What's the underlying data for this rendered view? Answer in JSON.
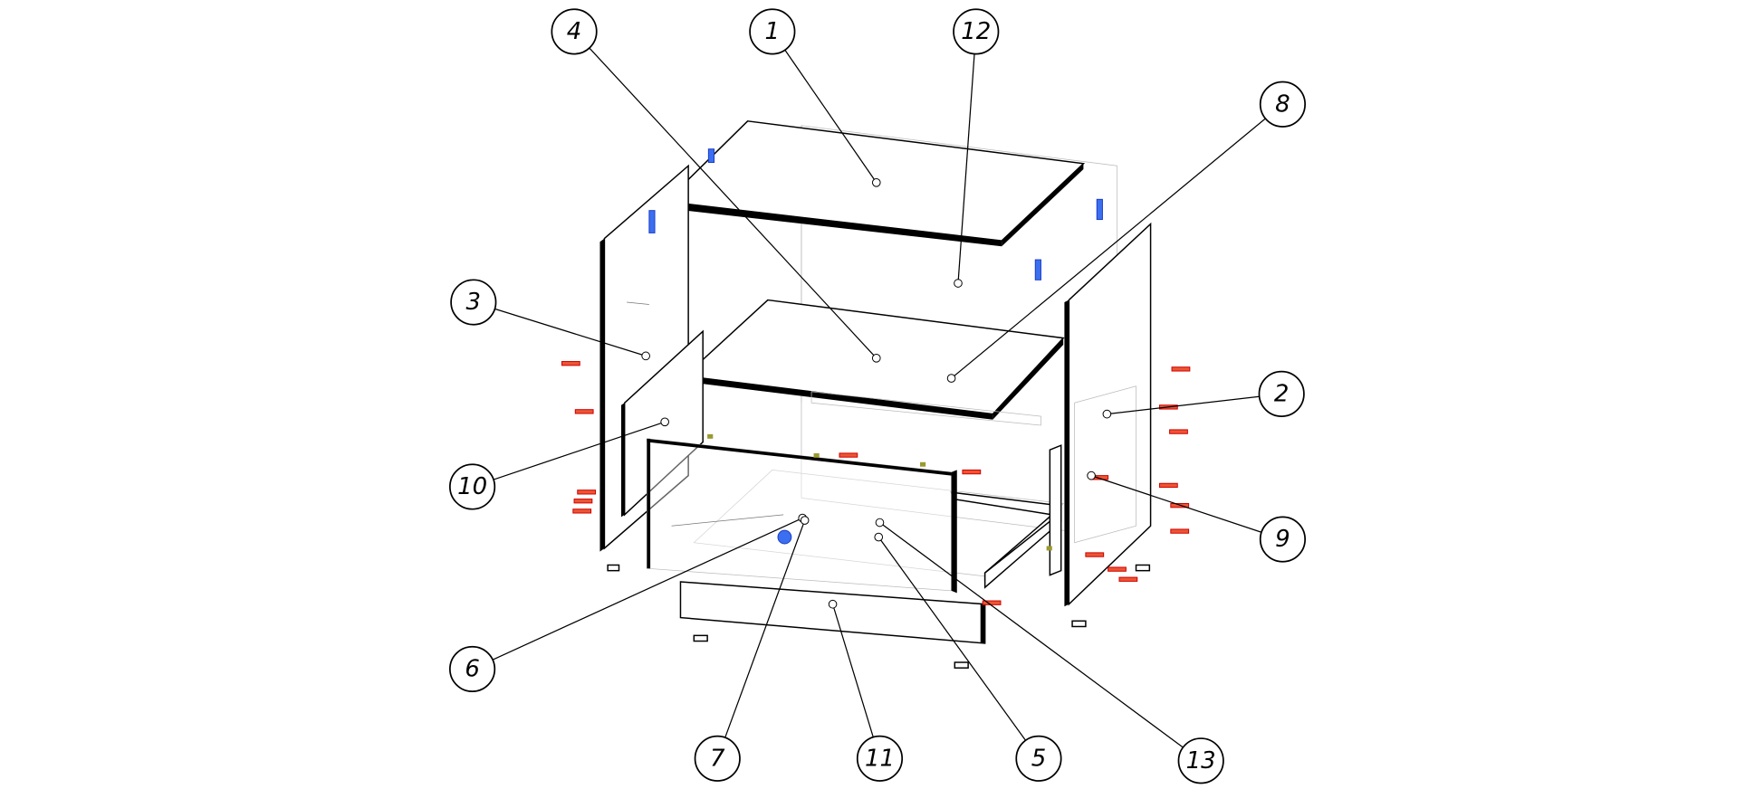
{
  "diagram": {
    "type": "exploded assembly drawing",
    "balloons": [
      {
        "label": "1"
      },
      {
        "label": "12"
      },
      {
        "label": "4"
      },
      {
        "label": "8"
      },
      {
        "label": "3"
      },
      {
        "label": "2"
      },
      {
        "label": "10"
      },
      {
        "label": "9"
      },
      {
        "label": "6"
      },
      {
        "label": "7"
      },
      {
        "label": "11"
      },
      {
        "label": "5"
      },
      {
        "label": "13"
      }
    ],
    "colors": {
      "fasteners": "#e53322",
      "hinges": "#3b6ff0",
      "dowels": "#9a9a30"
    }
  }
}
